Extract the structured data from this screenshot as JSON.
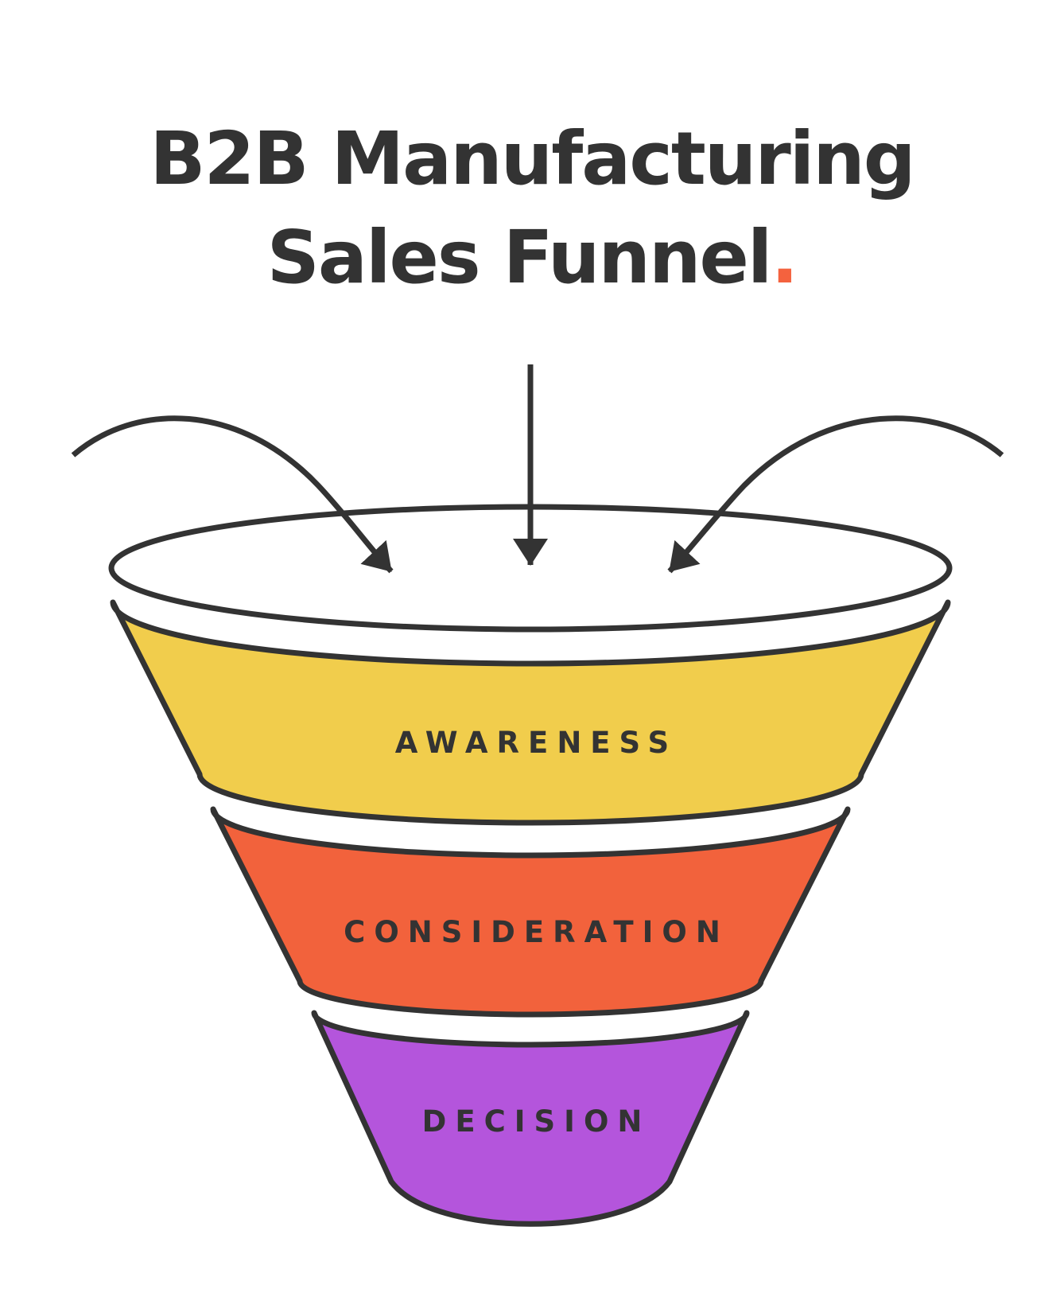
{
  "title": {
    "line1": "B2B Manufacturing",
    "line2": "Sales Funnel",
    "period": ".",
    "text_color": "#333333",
    "accent_color": "#F4623E"
  },
  "funnel": {
    "outline_color": "#333333",
    "mouth_fill": "#ffffff",
    "stages": [
      {
        "label": "AWARENESS",
        "color": "#F1CD4C"
      },
      {
        "label": "CONSIDERATION",
        "color": "#F2623C"
      },
      {
        "label": "DECISION",
        "color": "#B455DC"
      }
    ],
    "inflow_arrow_color": "#333333"
  }
}
